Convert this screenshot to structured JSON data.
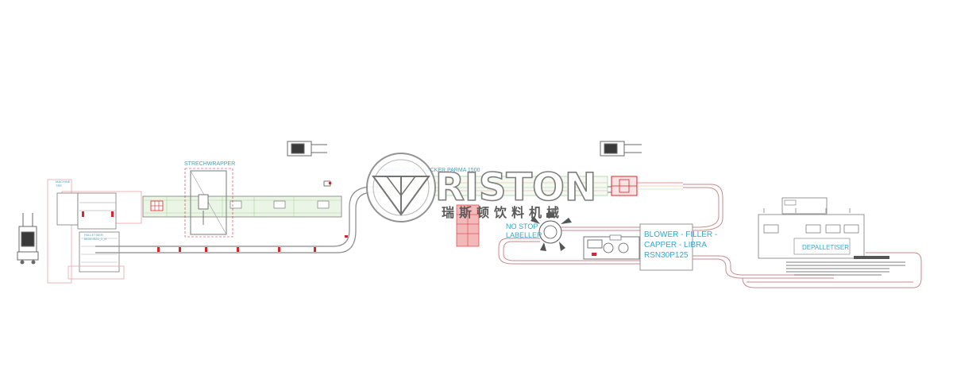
{
  "labels": {
    "strechwrapper": "STRECHWRAPPER",
    "wrapper_top": "WRAPAROUND PACKER PARMA 1500",
    "no_stop": "NO STOP",
    "labeller": "LABELLER",
    "blower_1": "BLOWER - FILLER -",
    "blower_2": "CAPPER - LIBRA",
    "blower_3": "RSN30P125",
    "depalletiser": "DEPALLETISER",
    "small_left_1": "PALLETISER",
    "small_left_2": "MOD.IS21_1_H"
  },
  "brand": {
    "name": "RISTON",
    "name_cn": "瑞斯顿饮料机械"
  },
  "colors": {
    "line": "#8a8a8a",
    "accent_red": "#d9242b",
    "label_blue": "#3aa6c8",
    "pink": "#e8a3a8",
    "green": "#a8d5a0"
  }
}
